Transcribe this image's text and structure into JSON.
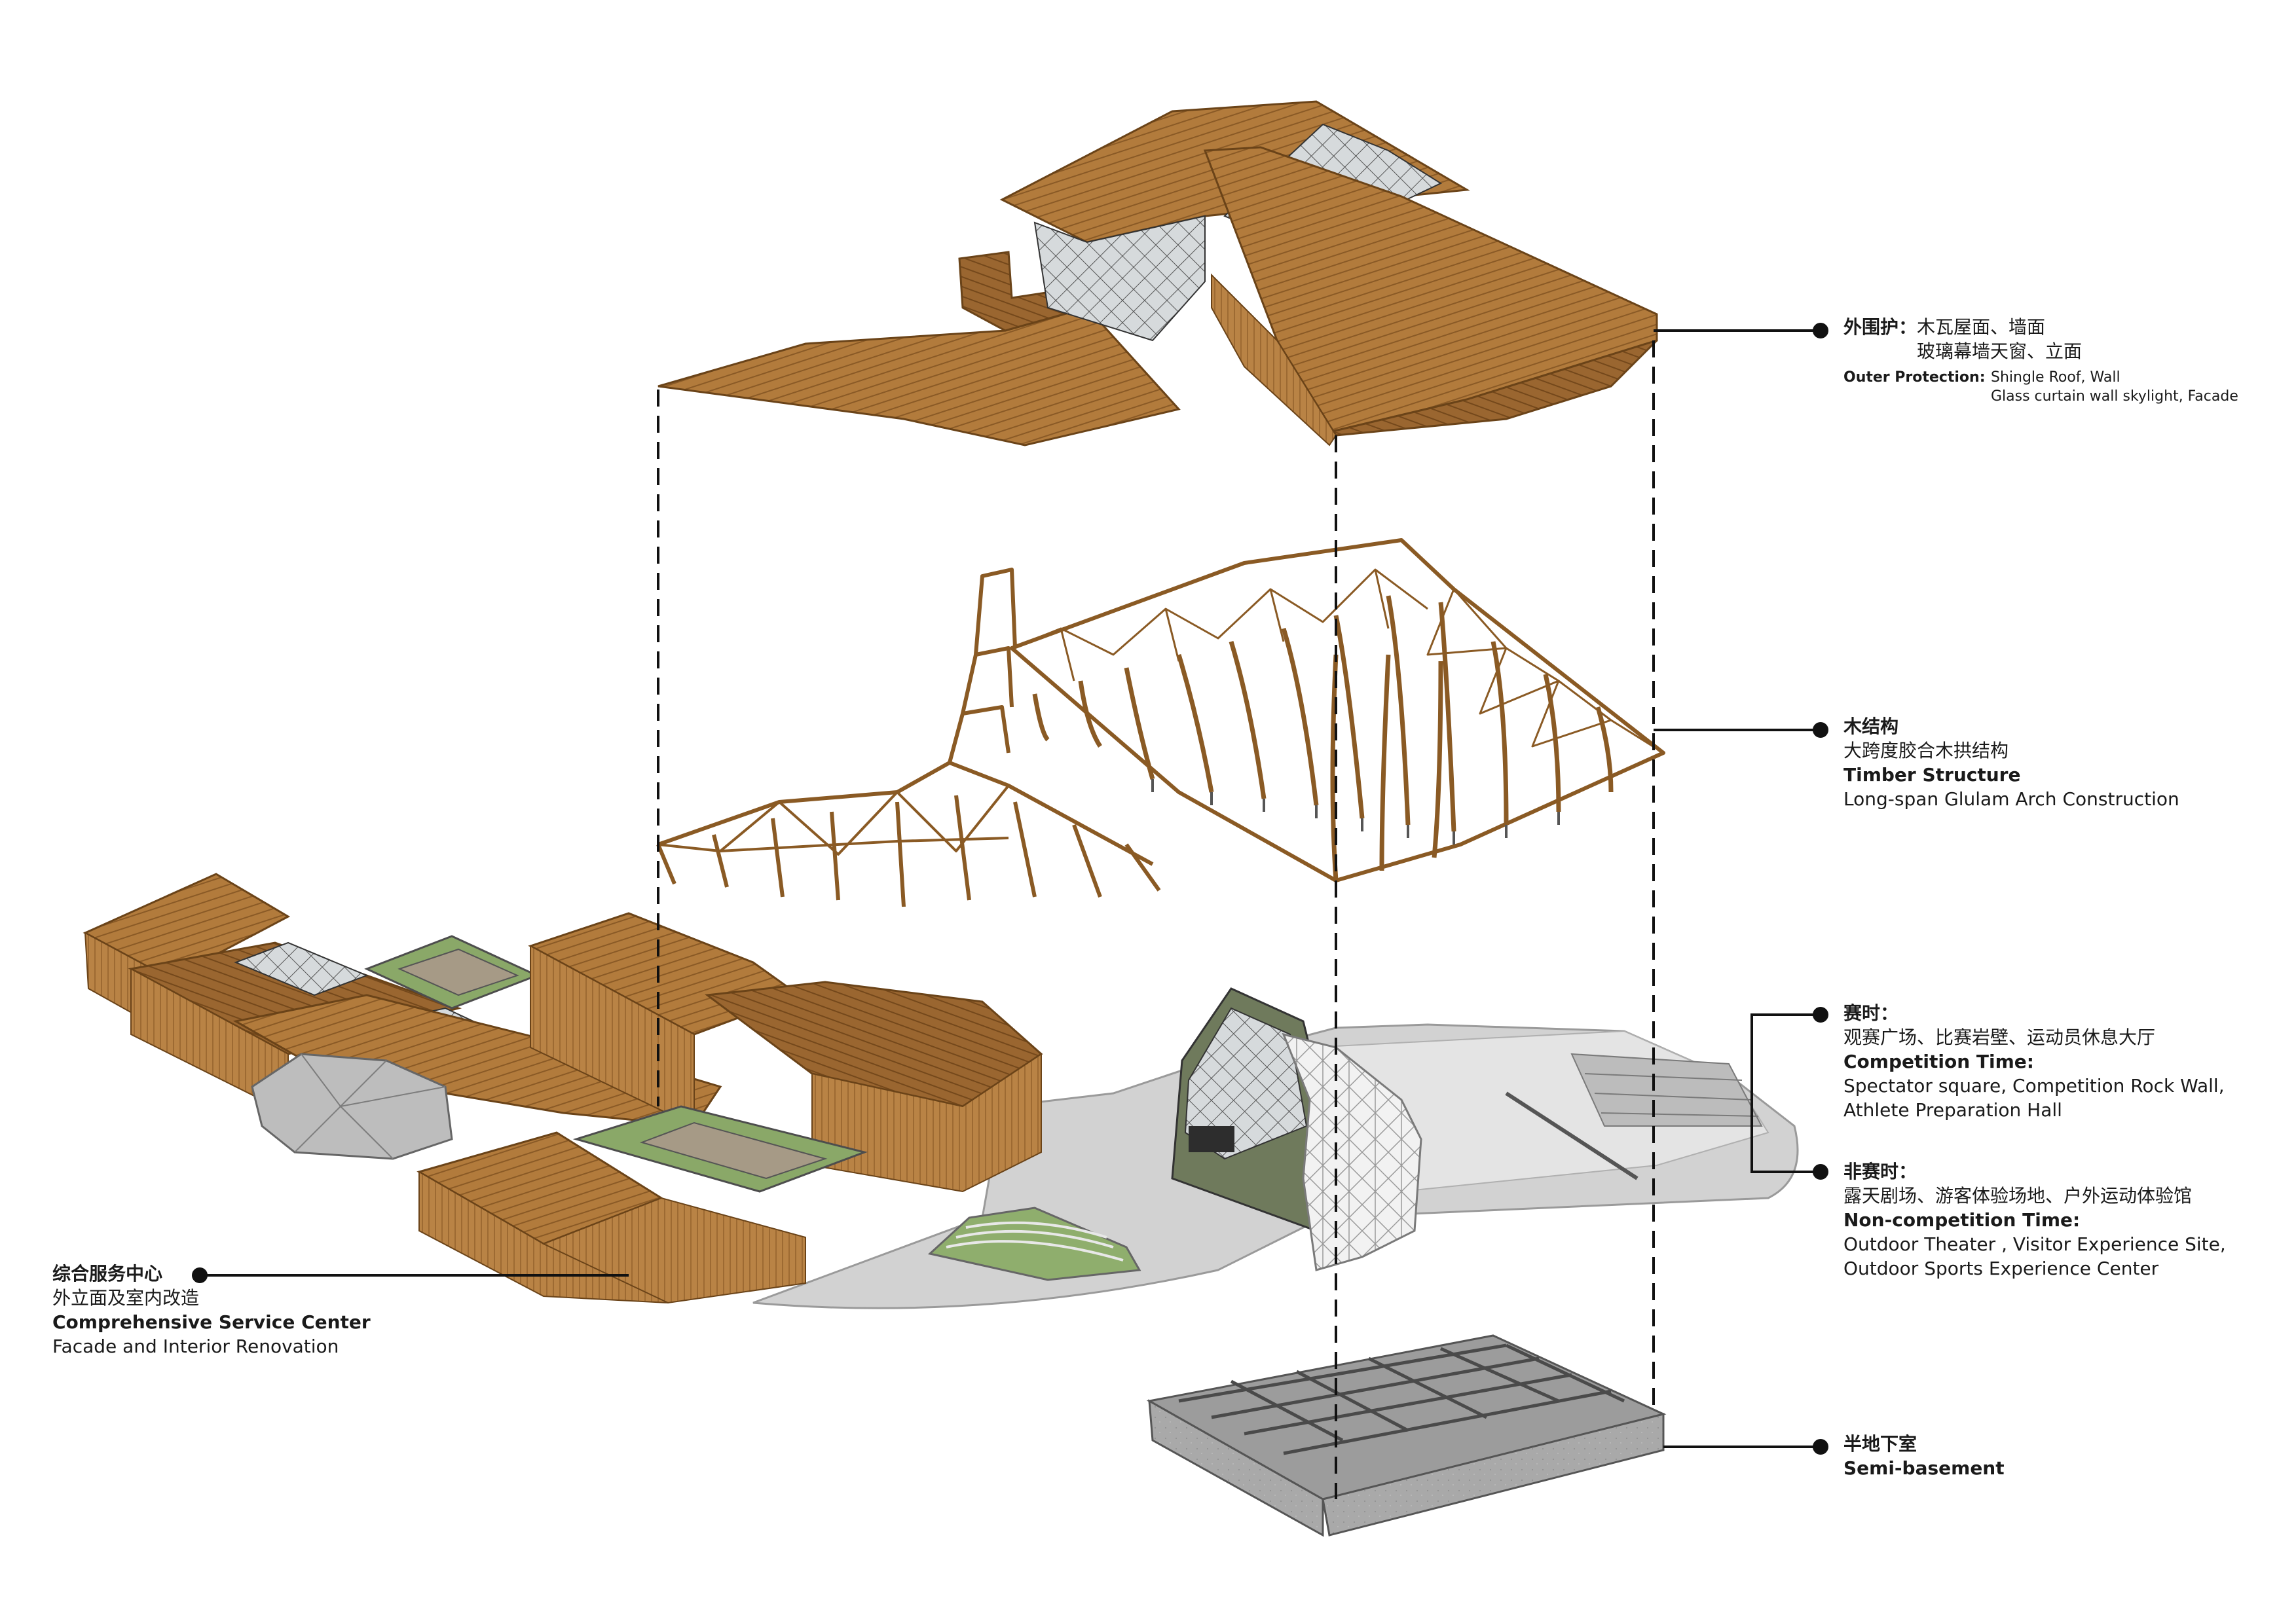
{
  "labels": {
    "outer_protection": {
      "zh_title": "外围护：",
      "zh_line1": "木瓦屋面、墙面",
      "zh_line2": "玻璃幕墙天窗、立面",
      "en_title": "Outer Protection:",
      "en_line1": "Shingle Roof, Wall",
      "en_line2": "Glass curtain wall skylight, Facade"
    },
    "timber_structure": {
      "zh_title": "木结构",
      "zh_desc": "大跨度胶合木拱结构",
      "en_title": "Timber Structure",
      "en_desc": "Long-span Glulam Arch Construction"
    },
    "competition": {
      "zh_title": "赛时：",
      "zh_desc": "观赛广场、比赛岩壁、运动员休息大厅",
      "en_title": "Competition Time:",
      "en_line1": "Spectator square, Competition Rock Wall,",
      "en_line2": "Athlete Preparation Hall"
    },
    "non_competition": {
      "zh_title": "非赛时：",
      "zh_desc": "露天剧场、游客体验场地、户外运动体验馆",
      "en_title": "Non-competition Time:",
      "en_line1": "Outdoor Theater , Visitor Experience Site,",
      "en_line2": "Outdoor Sports Experience Center"
    },
    "semi_basement": {
      "zh_title": "半地下室",
      "en_title": "Semi-basement"
    },
    "service_center": {
      "zh_title": "综合服务中心",
      "zh_desc": "外立面及室内改造",
      "en_title": "Comprehensive Service Center",
      "en_desc": "Facade and Interior Renovation"
    }
  },
  "colors": {
    "timber": "#b07a3a",
    "timber_dark": "#7a4f1f",
    "timber_light": "#c8934e",
    "glass": "#bfc8cc",
    "plaza": "#cfcfcf",
    "concrete": "#a7a7a7",
    "green_roof": "#7aa05a",
    "line": "#111111"
  }
}
